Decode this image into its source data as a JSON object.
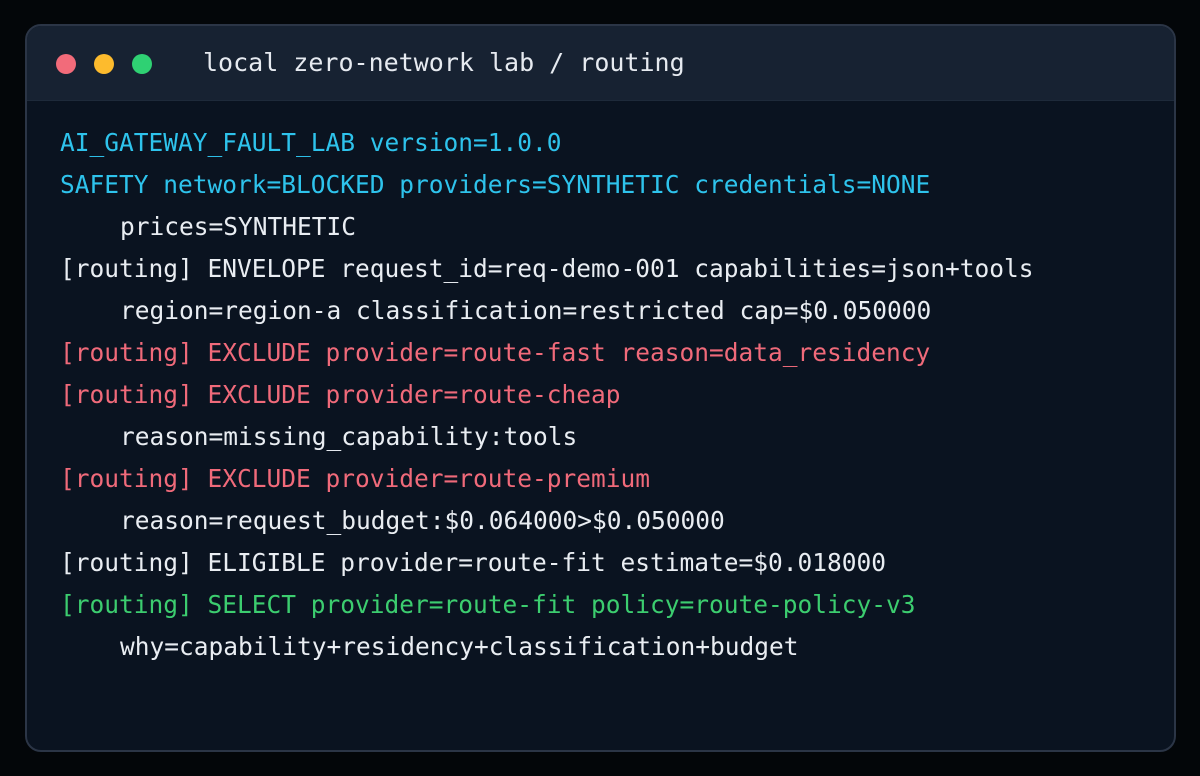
{
  "window": {
    "title": "local zero-network lab / routing",
    "controls": {
      "close_color": "#f26b7a",
      "minimize_color": "#fdbb2d",
      "maximize_color": "#2fd173"
    }
  },
  "terminal": {
    "lines": [
      {
        "text": "AI_GATEWAY_FAULT_LAB version=1.0.0",
        "color": "cyan"
      },
      {
        "text": "SAFETY network=BLOCKED providers=SYNTHETIC credentials=NONE",
        "color": "cyan"
      },
      {
        "text": "prices=SYNTHETIC",
        "color": "white",
        "indent": true
      },
      {
        "text": "[routing] ENVELOPE request_id=req-demo-001 capabilities=json+tools",
        "color": "white"
      },
      {
        "text": "region=region-a classification=restricted cap=$0.050000",
        "color": "white",
        "indent": true
      },
      {
        "text": "[routing] EXCLUDE provider=route-fast reason=data_residency",
        "color": "red"
      },
      {
        "text": "[routing] EXCLUDE provider=route-cheap",
        "color": "red"
      },
      {
        "text": "reason=missing_capability:tools",
        "color": "white",
        "indent": true
      },
      {
        "text": "[routing] EXCLUDE provider=route-premium",
        "color": "red"
      },
      {
        "text": "reason=request_budget:$0.064000>$0.050000",
        "color": "white",
        "indent": true
      },
      {
        "text": "[routing] ELIGIBLE provider=route-fit estimate=$0.018000",
        "color": "white"
      },
      {
        "text": "[routing] SELECT provider=route-fit policy=route-policy-v3",
        "color": "green"
      },
      {
        "text": "why=capability+residency+classification+budget",
        "color": "white",
        "indent": true
      }
    ]
  }
}
